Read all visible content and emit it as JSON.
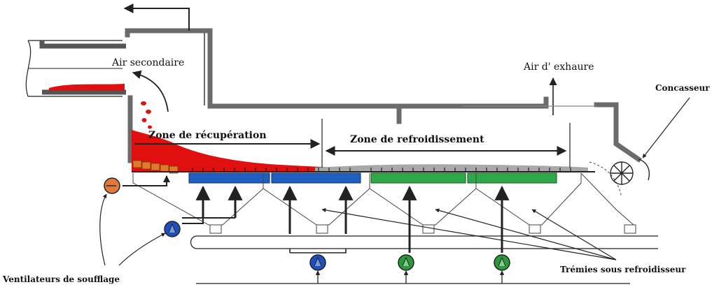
{
  "labels": {
    "air_secondaire": "Air secondaire",
    "air_exhaure": "Air d' exhaure",
    "concasseur": "Concasseur",
    "zone_recuperation": "Zone de récupération",
    "zone_refroidissement": "Zone de refroidissement",
    "ventilateurs": "Ventilateurs de soufflage",
    "tremies": "Trémies sous refroidisseur"
  },
  "colors": {
    "wall": "#6b6b6b",
    "clinker_hot": "#e01010",
    "clinker_cool": "#a8a8a8",
    "grate_hot": "#e07a2a",
    "grate_recup": "#1f5fbf",
    "grate_cool": "#2fa84a",
    "fan_orange": "#e07a3a",
    "fan_blue": "#1f4fbf",
    "fan_green": "#2a9a3a",
    "line": "#222222"
  }
}
